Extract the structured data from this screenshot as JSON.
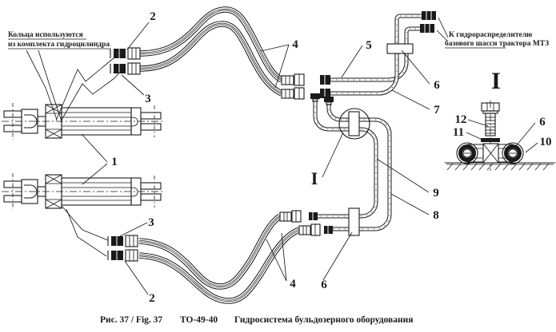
{
  "colors": {
    "ink": "#1a1a1a",
    "paper": "#ffffff"
  },
  "notes": {
    "rings_line1": "Кольца используются",
    "rings_line2": "из комплекта гидроцилиндра",
    "tractor_line1": "К гидрораспределителю",
    "tractor_line2": "базового шасси трактора МТЗ"
  },
  "caption": {
    "fig": "Рис. 37 / Fig. 37",
    "code": "ТО-49-40",
    "title": "Гидросистема бульдозерного оборудования"
  },
  "detail": {
    "title": "I",
    "callout": "I"
  },
  "labels": {
    "cylinders": "1",
    "union_top_upper": "2",
    "union_top_lower": "3",
    "hoses_top": "4",
    "pipe_upper": "5",
    "clamp_top": "6",
    "pipe_lower": "7",
    "pipe_right_outer": "8",
    "pipe_right_inner": "9",
    "clamp_bottom": "6",
    "union_bottom_upper": "3",
    "union_bottom_lower": "2",
    "hoses_bottom": "4",
    "detail_bolt": "12",
    "detail_washer": "11",
    "detail_clamp_upper": "6",
    "detail_clamp_lower": "10"
  }
}
